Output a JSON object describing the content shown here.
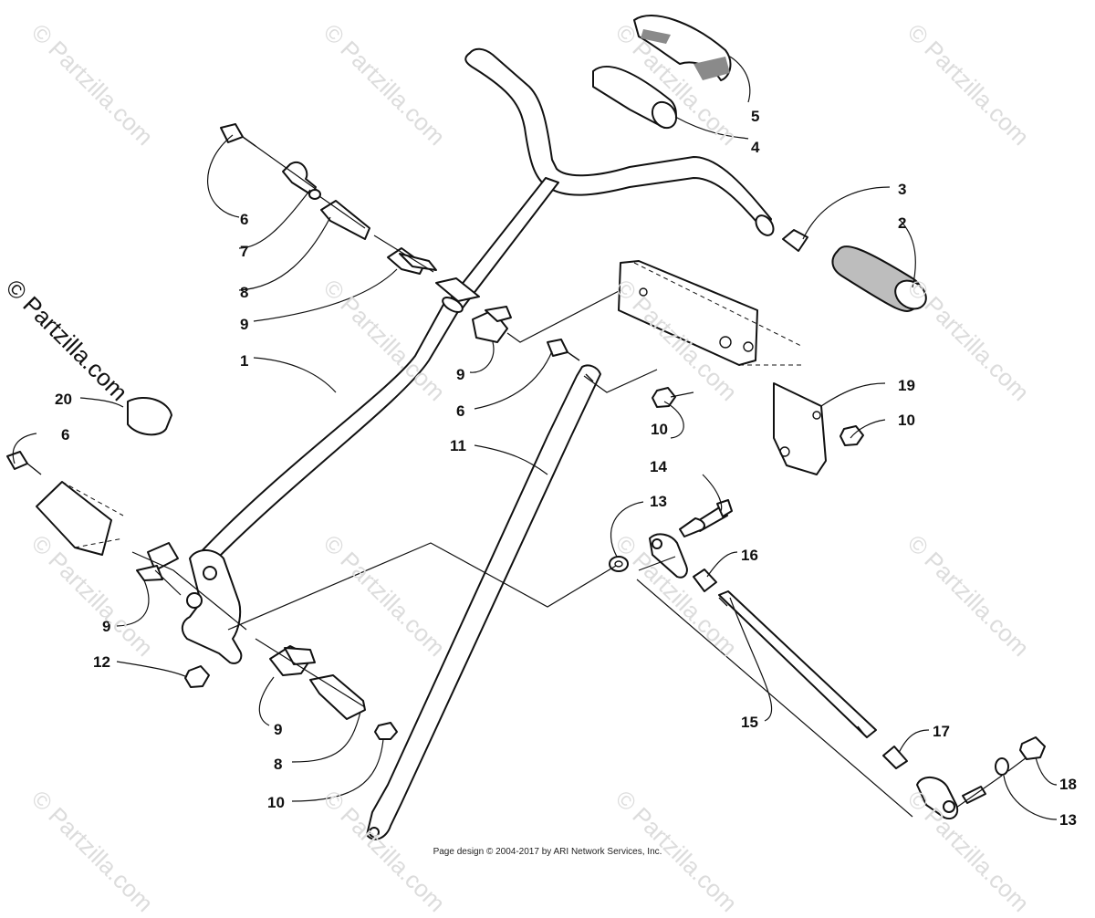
{
  "watermark_text": "© Partzilla.com",
  "side_watermark": "© Partzilla.com",
  "footer": "Page design © 2004-2017 by ARI Network Services, Inc.",
  "callouts": [
    "5",
    "4",
    "3",
    "2",
    "6",
    "7",
    "8",
    "9",
    "1",
    "9",
    "6",
    "19",
    "10",
    "10",
    "20",
    "6",
    "11",
    "14",
    "13",
    "16",
    "9",
    "12",
    "9",
    "8",
    "10",
    "15",
    "17",
    "18",
    "13"
  ]
}
